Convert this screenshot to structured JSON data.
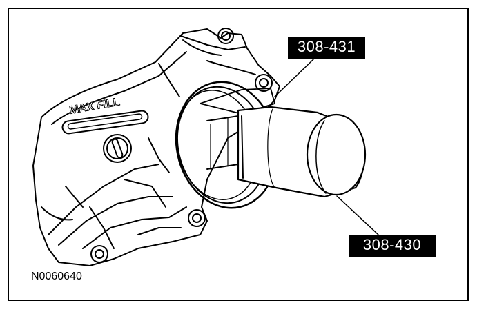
{
  "callouts": {
    "tool_1": "308-431",
    "tool_2": "308-430"
  },
  "embossed_text": "MAX FILL",
  "figure_id": "N0060640"
}
